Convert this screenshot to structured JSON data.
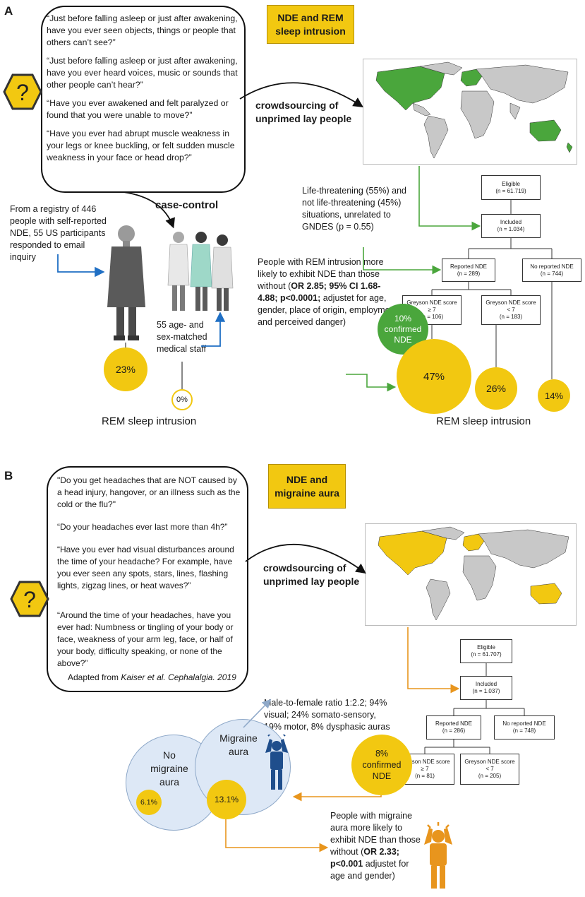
{
  "panel_a": {
    "letter": "A",
    "title": "NDE and REM sleep intrusion",
    "questions": [
      "“Just before falling asleep or just after awakening, have you ever seen objects, things or people that others can’t see?”",
      "“Just before falling asleep or just after awakening, have you ever heard voices, music or sounds that other people can’t hear?”",
      "“Have you ever awakened and felt paralyzed or found that you were unable to move?”",
      "“Have you ever had abrupt muscle weakness in your legs or knee buckling, or felt sudden muscle weakness in your face or head drop?”"
    ],
    "crowdsourcing": "crowdsourcing of unprimed lay people",
    "case_control": "case-control",
    "registry_text": "From a registry of 446 people with self-reported NDE, 55 US participants responded to email inquiry",
    "staff_text": "55 age- and sex-matched medical staff",
    "pct_nde": "23%",
    "pct_staff": "0%",
    "rem_label_left": "REM sleep intrusion",
    "life_threat_text": "Life-threatening (55%) and not life-threatening (45%) situations, unrelated to GNDES (p = 0.55)",
    "rem_text_1": "People with REM intrusion more likely to exhibit NDE than those without (",
    "rem_text_bold": "OR 2.85; 95% CI 1.68-4.88; p<0.0001;",
    "rem_text_2": " adjustet for age, gender, place of origin, employment and perceived danger)",
    "flow": {
      "eligible": "Eligible",
      "eligible_n": "(n = 61.719)",
      "included": "Included",
      "included_n": "(n = 1.034)",
      "reported": "Reported NDE",
      "reported_n": "(n = 289)",
      "not_reported": "No reported NDE",
      "not_reported_n": "(n = 744)",
      "high": "Greyson NDE score",
      "high_cmp": "≥ 7",
      "high_n": "(n = 106)",
      "low": "Greyson NDE score",
      "low_cmp": "< 7",
      "low_n": "(n = 183)"
    },
    "confirmed": "10% confirmed NDE",
    "pct_high": "47%",
    "pct_low": "26%",
    "pct_none": "14%",
    "rem_label_right": "REM sleep intrusion"
  },
  "panel_b": {
    "letter": "B",
    "title": "NDE and migraine aura",
    "questions": [
      "\"Do you get headaches that are NOT caused by a head injury, hangover, or an illness such as the cold or the flu?\"",
      "“Do your headaches ever last more than 4h?”",
      "“Have you ever had visual disturbances around the time of your headache? For example, have you ever seen any spots, stars, lines, flashing lights, zigzag lines, or heat waves?”",
      "“Around the time of your headaches, have you ever had: Numbness or tingling of your body or face, weakness of your arm leg, face, or half of your body, difficulty speaking, or none of the above?”"
    ],
    "adapted_prefix": "Adapted from ",
    "adapted_ref": "Kaiser et al. Cephalalgia. 2019",
    "crowdsourcing": "crowdsourcing of unprimed lay people",
    "ratio_text": "Male-to-female ratio 1:2.2; 94% visual; 24% somato-sensory, 19% motor, 8% dysphasic auras",
    "no_aura": "No migraine aura",
    "aura": "Migraine aura",
    "pct_no_aura": "6.1%",
    "pct_aura": "13.1%",
    "flow": {
      "eligible": "Eligible",
      "eligible_n": "(n = 61.707)",
      "included": "Included",
      "included_n": "(n = 1.037)",
      "reported": "Reported NDE",
      "reported_n": "(n = 286)",
      "not_reported": "No reported NDE",
      "not_reported_n": "(n = 748)",
      "high": "Greyson NDE score",
      "high_cmp": "≥ 7",
      "high_n": "(n = 81)",
      "low": "Greyson NDE score",
      "low_cmp": "< 7",
      "low_n": "(n = 205)"
    },
    "confirmed": "8% confirmed NDE",
    "aura_text_1": "People with migraine aura more likely to exhibit NDE than those without (",
    "aura_text_bold": "OR 2.33; p<0.001",
    "aura_text_2": " adjustet for age and gender)"
  },
  "colors": {
    "yellow": "#f2c811",
    "green": "#4aa63c",
    "blue": "#1f6fc4",
    "orange": "#e8951d",
    "light_blue": "#dde8f6",
    "navy": "#1f4e8c"
  },
  "icons": [
    "question-hexagon-icon",
    "world-map-icon",
    "person-icon",
    "medical-staff-icon",
    "distressed-person-icon"
  ]
}
